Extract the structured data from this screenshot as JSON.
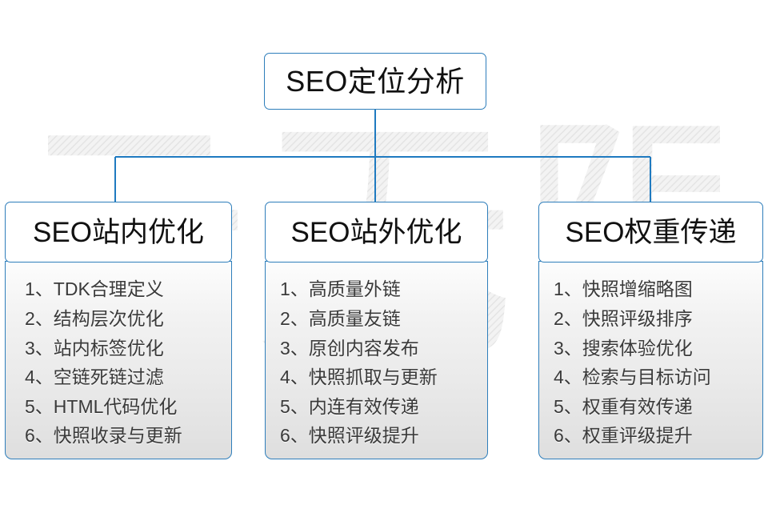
{
  "diagram": {
    "root": {
      "label": "SEO定位分析"
    },
    "columns": [
      {
        "id": "seo-onsite",
        "header": "SEO站内优化",
        "items": [
          {
            "num": "1、",
            "text": "TDK合理定义"
          },
          {
            "num": "2、",
            "text": "结构层次优化"
          },
          {
            "num": "3、",
            "text": "站内标签优化"
          },
          {
            "num": "4、",
            "text": "空链死链过滤"
          },
          {
            "num": "5、",
            "text": "HTML代码优化"
          },
          {
            "num": "6、",
            "text": "快照收录与更新"
          }
        ]
      },
      {
        "id": "seo-offsite",
        "header": "SEO站外优化",
        "items": [
          {
            "num": "1、",
            "text": "高质量外链"
          },
          {
            "num": "2、",
            "text": "高质量友链"
          },
          {
            "num": "3、",
            "text": "原创内容发布"
          },
          {
            "num": "4、",
            "text": "快照抓取与更新"
          },
          {
            "num": "5、",
            "text": "内连有效传递"
          },
          {
            "num": "6、",
            "text": "快照评级提升"
          }
        ]
      },
      {
        "id": "seo-weight",
        "header": "SEO权重传递",
        "items": [
          {
            "num": "1、",
            "text": "快照增缩略图"
          },
          {
            "num": "2、",
            "text": "快照评级排序"
          },
          {
            "num": "3、",
            "text": "搜索体验优化"
          },
          {
            "num": "4、",
            "text": "检索与目标访问"
          },
          {
            "num": "5、",
            "text": "权重有效传递"
          },
          {
            "num": "6、",
            "text": "权重评级提升"
          }
        ]
      }
    ],
    "watermark": {
      "text": "云无限"
    },
    "colors": {
      "border": "#2e7ebb",
      "connector": "#1f7ac0",
      "title_text": "#111111",
      "item_text": "#3a3a3a",
      "page_background": "#ffffff",
      "watermark": "#ececec"
    }
  }
}
